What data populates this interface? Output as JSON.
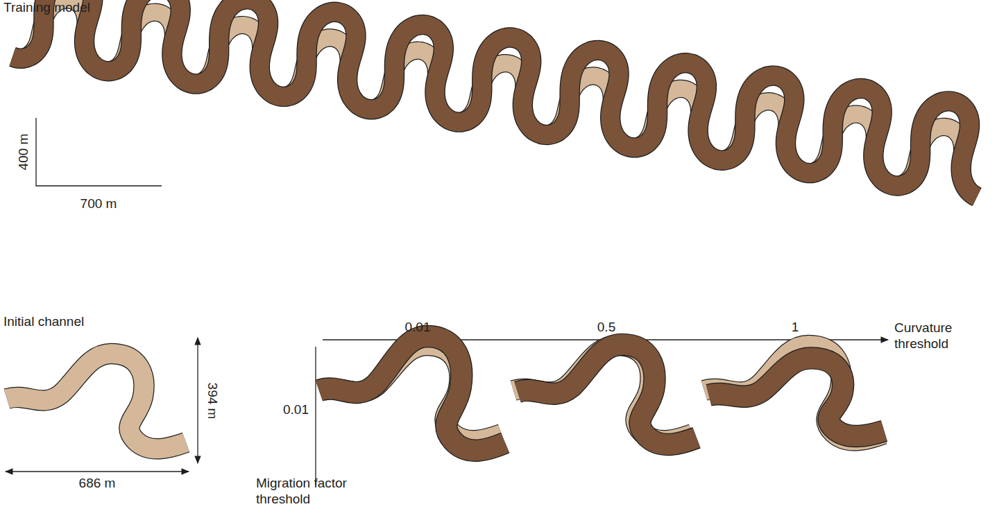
{
  "diagram": {
    "labels": [
      "Training model",
      "400 m",
      "700 m",
      "Initial channel",
      "394 m",
      "686 m",
      "0.01",
      "0.5",
      "1",
      "Curvature threshold",
      "0.01",
      "Migration factor threshold"
    ]
  }
}
